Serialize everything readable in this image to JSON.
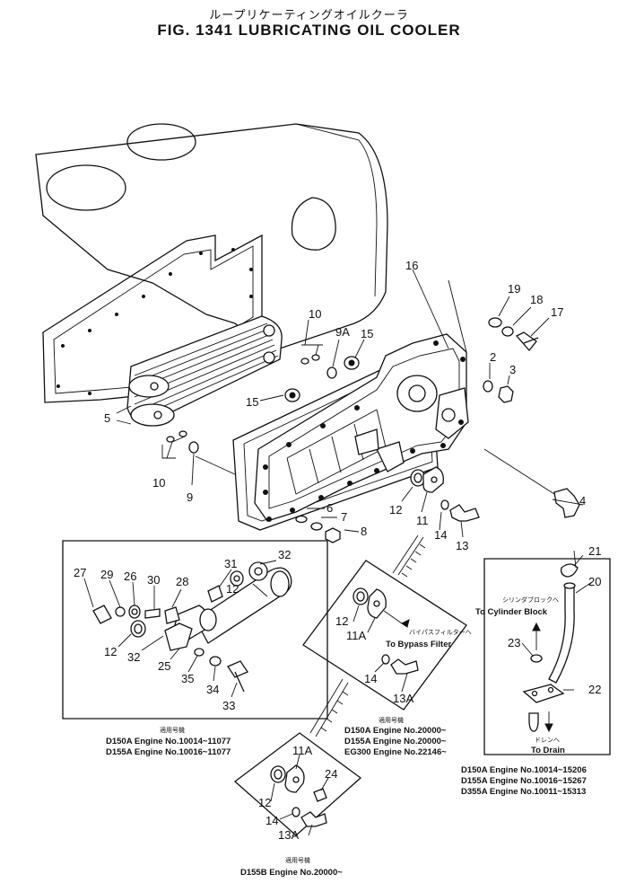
{
  "title_jp": "ループリケーティングオイルクーラ",
  "title_en": "FIG. 1341  LUBRICATING OIL COOLER",
  "callouts": {
    "c16": "16",
    "c19": "19",
    "c18": "18",
    "c17": "17",
    "c10_top": "10",
    "c9A": "9A",
    "c15_top": "15",
    "c2": "2",
    "c3": "3",
    "c15_mid": "15",
    "c5": "5",
    "c10_bot": "10",
    "c9": "9",
    "c6": "6",
    "c7": "7",
    "c8": "8",
    "c4": "4",
    "c12_a": "12",
    "c11": "11",
    "c14_a": "14",
    "c13": "13",
    "c21": "21",
    "c20": "20",
    "c23": "23",
    "c22": "22",
    "c27": "27",
    "c29": "29",
    "c26": "26",
    "c30": "30",
    "c28": "28",
    "c31": "31",
    "c12_b": "12",
    "c32_a": "32",
    "c12_c": "12",
    "c32_b": "32",
    "c25": "25",
    "c35": "35",
    "c34": "34",
    "c33": "33",
    "c12_d": "12",
    "c11A_a": "11A",
    "c14_b": "14",
    "c13A_a": "13A",
    "c11A_b": "11A",
    "c24": "24",
    "c12_e": "12",
    "c14_c": "14",
    "c13A_b": "13A"
  },
  "annotations": {
    "cylinder_block_jp": "シリンダブロックへ",
    "cylinder_block_en": "To Cylinder Block",
    "bypass_jp": "バイパスフィルターへ",
    "bypass_en": "To Bypass Filter",
    "drain_jp": "ドレンへ",
    "drain_en": "To Drain"
  },
  "applicability": {
    "left_box": {
      "header_jp": "適用号機",
      "lines": [
        "D150A Engine No.10014~11077",
        "D155A Engine No.10016~11077"
      ]
    },
    "middle_box": {
      "header_jp": "適用号機",
      "lines": [
        "D150A Engine No.20000~",
        "D155A Engine No.20000~",
        "EG300 Engine No.22146~"
      ]
    },
    "right_box": {
      "lines": [
        "D150A Engine No.10014~15206",
        "D155A Engine No.10016~15267",
        "D355A Engine No.10011~15313"
      ]
    },
    "bottom_box": {
      "header_jp": "適用号機",
      "lines": [
        "D155B Engine No.20000~"
      ]
    }
  }
}
